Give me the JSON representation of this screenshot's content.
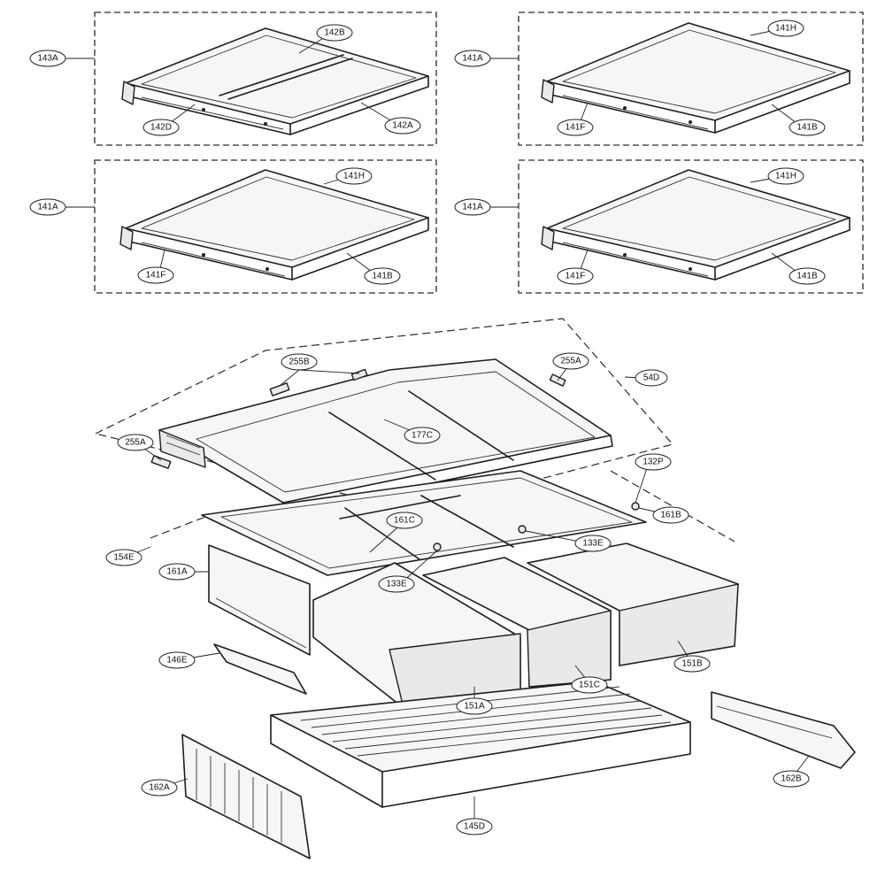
{
  "callouts": {
    "p143A": "143A",
    "p142B": "142B",
    "p142D": "142D",
    "p142A": "142A",
    "p141A": "141A",
    "p141H": "141H",
    "p141F": "141F",
    "p141B": "141B",
    "p255B": "255B",
    "p255A": "255A",
    "p54D": "54D",
    "p177C": "177C",
    "p132P": "132P",
    "p161B": "161B",
    "p161C": "161C",
    "p133E": "133E",
    "p154E": "154E",
    "p161A": "161A",
    "p146E": "146E",
    "p151B": "151B",
    "p151C": "151C",
    "p151A": "151A",
    "p162A": "162A",
    "p162B": "162B",
    "p145D": "145D"
  }
}
